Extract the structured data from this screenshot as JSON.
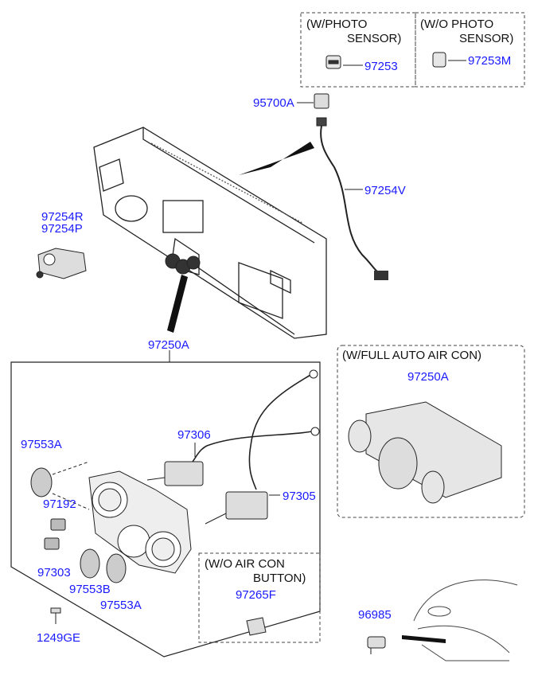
{
  "headers": {
    "with_photo_line1": "(W/PHOTO",
    "with_photo_line2": "SENSOR)",
    "without_photo_line1": "(W/O PHOTO",
    "without_photo_line2": "SENSOR)",
    "full_auto": "(W/FULL AUTO AIR CON)",
    "without_aircon_line1": "(W/O AIR CON",
    "without_aircon_line2": "BUTTON)"
  },
  "parts": {
    "p97253": "97253",
    "p97253M": "97253M",
    "p95700A": "95700A",
    "p97254V": "97254V",
    "p97254R": "97254R",
    "p97254P": "97254P",
    "p97250A_main": "97250A",
    "p97250A_auto": "97250A",
    "p97306": "97306",
    "p97553A_top": "97553A",
    "p97192": "97192",
    "p97305": "97305",
    "p97303": "97303",
    "p97553B": "97553B",
    "p97553A_bottom": "97553A",
    "p97265F": "97265F",
    "p1249GE": "1249GE",
    "p96985": "96985"
  },
  "colors": {
    "label": "#1a1aff",
    "line": "#222222",
    "part_fill": "#e8e8e8"
  }
}
